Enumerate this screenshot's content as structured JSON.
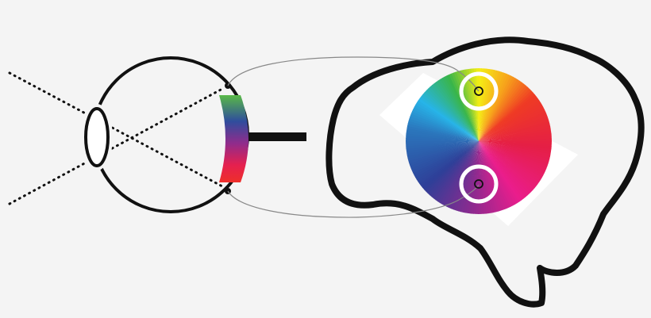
{
  "diagram": {
    "colors": {
      "background": "#f4f4f4",
      "outline": "#111111",
      "panel": "#ffffff",
      "connector": "#888888"
    },
    "color_wheel": {
      "hue_stops": [
        {
          "angle": 0,
          "color": "#f5ee15"
        },
        {
          "angle": 25,
          "color": "#f7a21b"
        },
        {
          "angle": 50,
          "color": "#ef3b24"
        },
        {
          "angle": 95,
          "color": "#e51f45"
        },
        {
          "angle": 145,
          "color": "#ea1d8c"
        },
        {
          "angle": 185,
          "color": "#8e2a8f"
        },
        {
          "angle": 230,
          "color": "#2e3f98"
        },
        {
          "angle": 280,
          "color": "#2b76bc"
        },
        {
          "angle": 305,
          "color": "#27b4e8"
        },
        {
          "angle": 335,
          "color": "#39b54a"
        },
        {
          "angle": 360,
          "color": "#f5ee15"
        }
      ]
    },
    "retina_gradient": [
      "#59b947",
      "#2f4d9d",
      "#8f2c8c",
      "#e5204f",
      "#ee2f2a"
    ]
  }
}
